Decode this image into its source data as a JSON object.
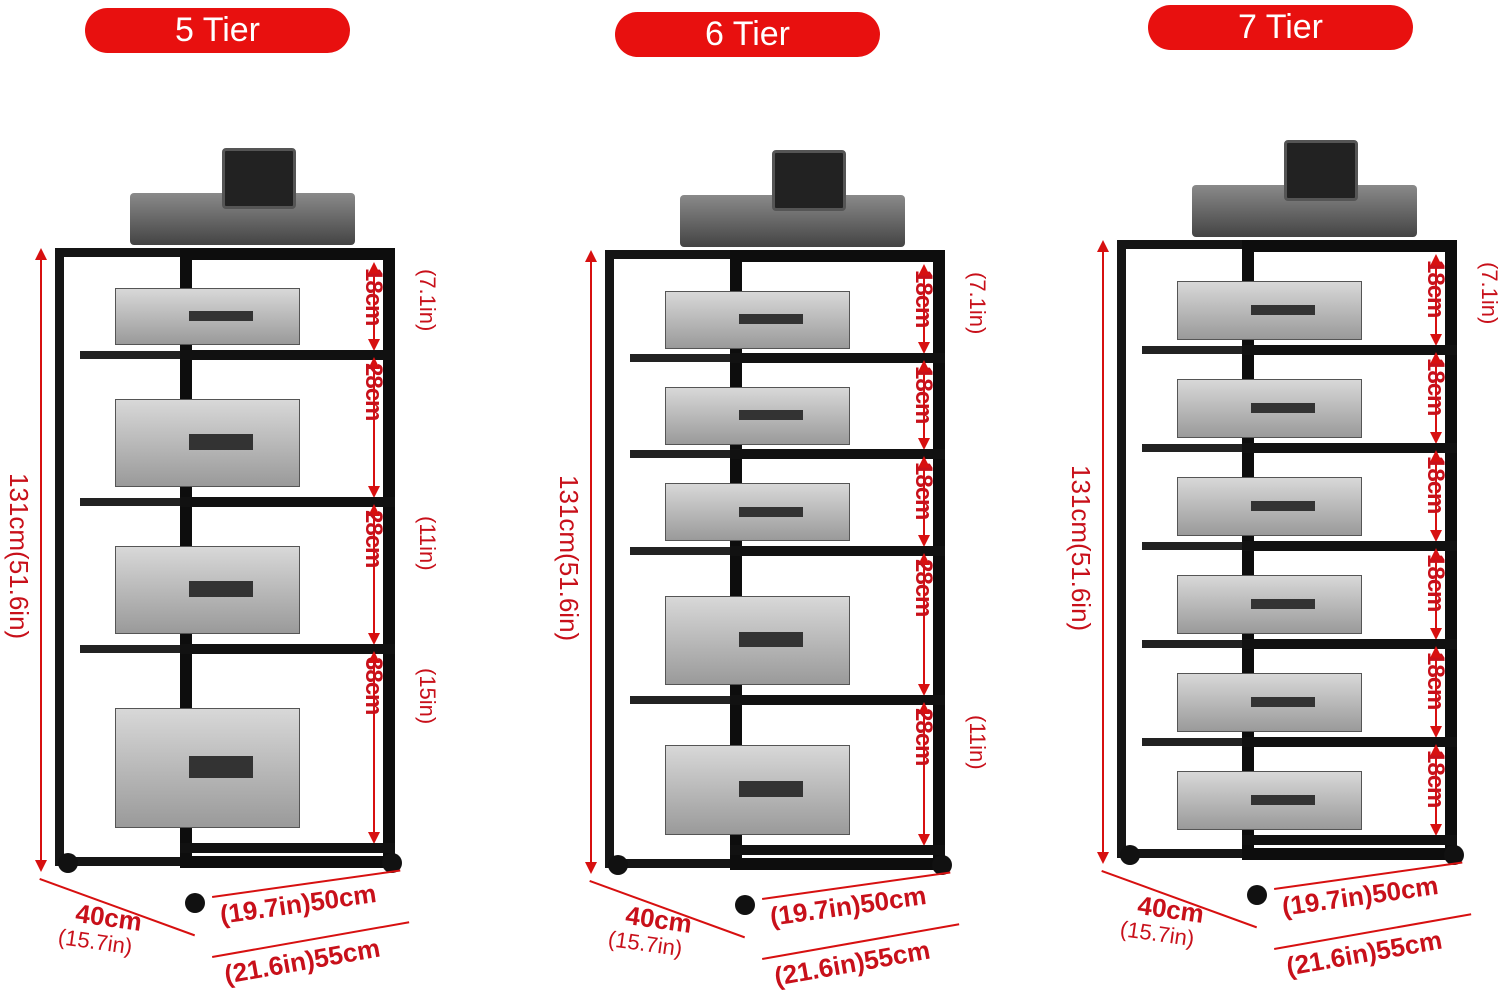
{
  "accent_color": "#e8100f",
  "dimension_color": "#c8101a",
  "panels": [
    {
      "title": "5 Tier",
      "height_label": "131cm(51.6in)",
      "tiers": [
        {
          "cm": "18cm",
          "in": "(7.1in)"
        },
        {
          "cm": "28cm",
          "in": ""
        },
        {
          "cm": "28cm",
          "in": "(11in)"
        },
        {
          "cm": "38cm",
          "in": "(15in)"
        }
      ],
      "width_label": "(19.7in)50cm",
      "outer_width_label": "(21.6in)55cm",
      "depth_cm": "40cm",
      "depth_in": "(15.7in)"
    },
    {
      "title": "6 Tier",
      "height_label": "131cm(51.6in)",
      "tiers": [
        {
          "cm": "18cm",
          "in": "(7.1in)"
        },
        {
          "cm": "18cm",
          "in": ""
        },
        {
          "cm": "18cm",
          "in": ""
        },
        {
          "cm": "28cm",
          "in": ""
        },
        {
          "cm": "28cm",
          "in": "(11in)"
        }
      ],
      "width_label": "(19.7in)50cm",
      "outer_width_label": "(21.6in)55cm",
      "depth_cm": "40cm",
      "depth_in": "(15.7in)"
    },
    {
      "title": "7 Tier",
      "height_label": "131cm(51.6in)",
      "tiers": [
        {
          "cm": "18cm",
          "in": "(7.1in)"
        },
        {
          "cm": "18cm",
          "in": ""
        },
        {
          "cm": "18cm",
          "in": ""
        },
        {
          "cm": "18cm",
          "in": ""
        },
        {
          "cm": "18cm",
          "in": ""
        },
        {
          "cm": "18cm",
          "in": ""
        }
      ],
      "width_label": "(19.7in)50cm",
      "outer_width_label": "(21.6in)55cm",
      "depth_cm": "40cm",
      "depth_in": "(15.7in)"
    }
  ]
}
